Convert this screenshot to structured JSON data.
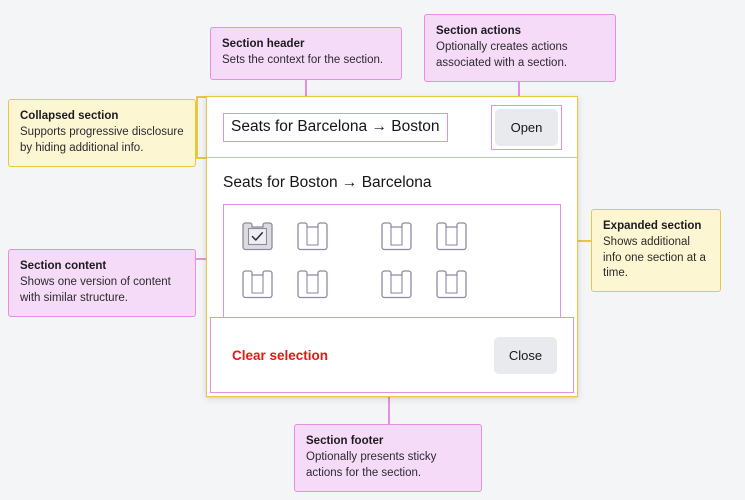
{
  "annotations": [
    {
      "key": "section-header",
      "title": "Section header",
      "body": "Sets the context for the section.",
      "style": "pink"
    },
    {
      "key": "section-actions",
      "title": "Section actions",
      "body": "Optionally creates actions associated with a section.",
      "style": "pink"
    },
    {
      "key": "collapsed-section",
      "title": "Collapsed section",
      "body": "Supports progressive disclosure by hiding additional info.",
      "style": "yellow"
    },
    {
      "key": "section-content",
      "title": "Section content",
      "body": "Shows one version of content with similar structure.",
      "style": "pink"
    },
    {
      "key": "expanded-section",
      "title": "Expanded section",
      "body": "Shows additional info one section at a time.",
      "style": "yellow"
    },
    {
      "key": "section-footer",
      "title": "Section footer",
      "body": "Optionally presents sticky actions for the section.",
      "style": "pink"
    }
  ],
  "card": {
    "collapsed_section": {
      "title": "Seats for Barcelona → Boston",
      "action_label": "Open"
    },
    "expanded_section": {
      "title": "Seats for Boston → Barcelona",
      "seats": [
        [
          {
            "id": "1A",
            "selected": true
          },
          {
            "id": "1B",
            "selected": false
          },
          {
            "id": "1C",
            "selected": false
          },
          {
            "id": "1D",
            "selected": false
          }
        ],
        [
          {
            "id": "2A",
            "selected": false
          },
          {
            "id": "2B",
            "selected": false
          },
          {
            "id": "2C",
            "selected": false
          },
          {
            "id": "2D",
            "selected": false
          }
        ]
      ]
    },
    "footer": {
      "clear_label": "Clear selection",
      "close_label": "Close"
    }
  },
  "colors": {
    "page_background": "#f4f5f7",
    "callout_pink_fill": "#f6dbf8",
    "callout_pink_border": "#e98fe0",
    "callout_yellow_fill": "#fdf6d2",
    "callout_yellow_border": "#e8c83c",
    "danger_text": "#e01b12",
    "button_fill": "#e9eaee",
    "seat_outline": "#8b8ba3",
    "seat_selected_fill": "#dcdce0"
  }
}
